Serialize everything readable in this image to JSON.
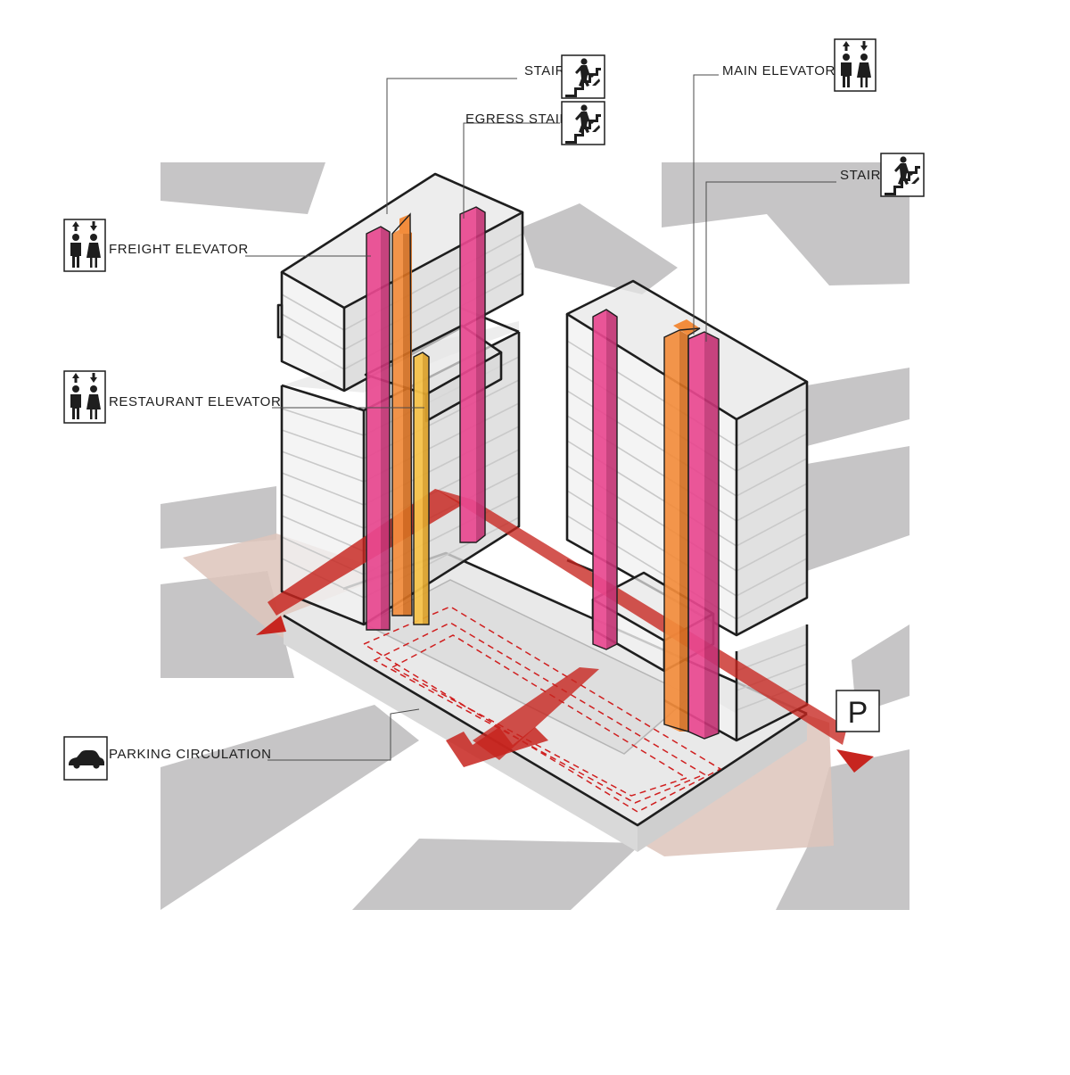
{
  "labels": {
    "stair_top": "STAIR",
    "egress_stair": "EGRESS STAIR",
    "main_elevator": "MAIN ELEVATOR",
    "stair_right": "STAIR",
    "freight_elevator": "FREIGHT ELEVATOR",
    "restaurant_elevator": "RESTAURANT ELEVATOR",
    "parking_circulation": "PARKING CIRCULATION",
    "parking_sign": "P"
  },
  "icons": {
    "stair_top": "stair-climbing-icon",
    "egress_stair": "stair-climbing-icon",
    "main_elevator": "elevator-people-icon",
    "stair_right": "stair-climbing-icon",
    "freight_elevator": "elevator-people-icon",
    "restaurant_elevator": "elevator-people-icon",
    "parking_circulation": "car-icon",
    "parking_sign": "parking-sign-icon"
  },
  "colors": {
    "stair_core": "#e8488f",
    "elevator_core": "#f28c3c",
    "restaurant_elevator_core": "#f6c24a",
    "circulation_arrow": "#c7251f",
    "site_ground": "#c6c5c6",
    "site_base": "#ddc4bb"
  }
}
